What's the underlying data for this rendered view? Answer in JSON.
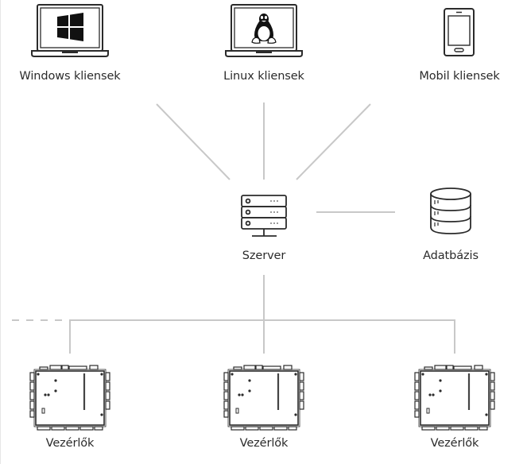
{
  "diagram": {
    "colors": {
      "icon_stroke": "#2b2b2b",
      "connector": "#c8c8c8",
      "label_text": "#2b2b2b",
      "background": "#ffffff"
    },
    "nodes": {
      "windows_clients": {
        "label": "Windows kliensek",
        "icon": "windows-laptop-icon"
      },
      "linux_clients": {
        "label": "Linux kliensek",
        "icon": "linux-laptop-icon"
      },
      "mobile_clients": {
        "label": "Mobil kliensek",
        "icon": "smartphone-icon"
      },
      "server": {
        "label": "Szerver",
        "icon": "server-rack-icon"
      },
      "database": {
        "label": "Adatbázis",
        "icon": "database-icon"
      },
      "controllers": [
        {
          "label": "Vezérlők",
          "icon": "controller-board-icon"
        },
        {
          "label": "Vezérlők",
          "icon": "controller-board-icon"
        },
        {
          "label": "Vezérlők",
          "icon": "controller-board-icon"
        }
      ]
    },
    "edges": [
      {
        "from": "windows_clients",
        "to": "server",
        "style": "solid"
      },
      {
        "from": "linux_clients",
        "to": "server",
        "style": "solid"
      },
      {
        "from": "mobile_clients",
        "to": "server",
        "style": "solid"
      },
      {
        "from": "server",
        "to": "database",
        "style": "solid"
      },
      {
        "from": "server",
        "to": "controllers",
        "style": "solid",
        "bus": true
      },
      {
        "from": "bus",
        "to": "more-controllers",
        "style": "dashed"
      }
    ]
  }
}
